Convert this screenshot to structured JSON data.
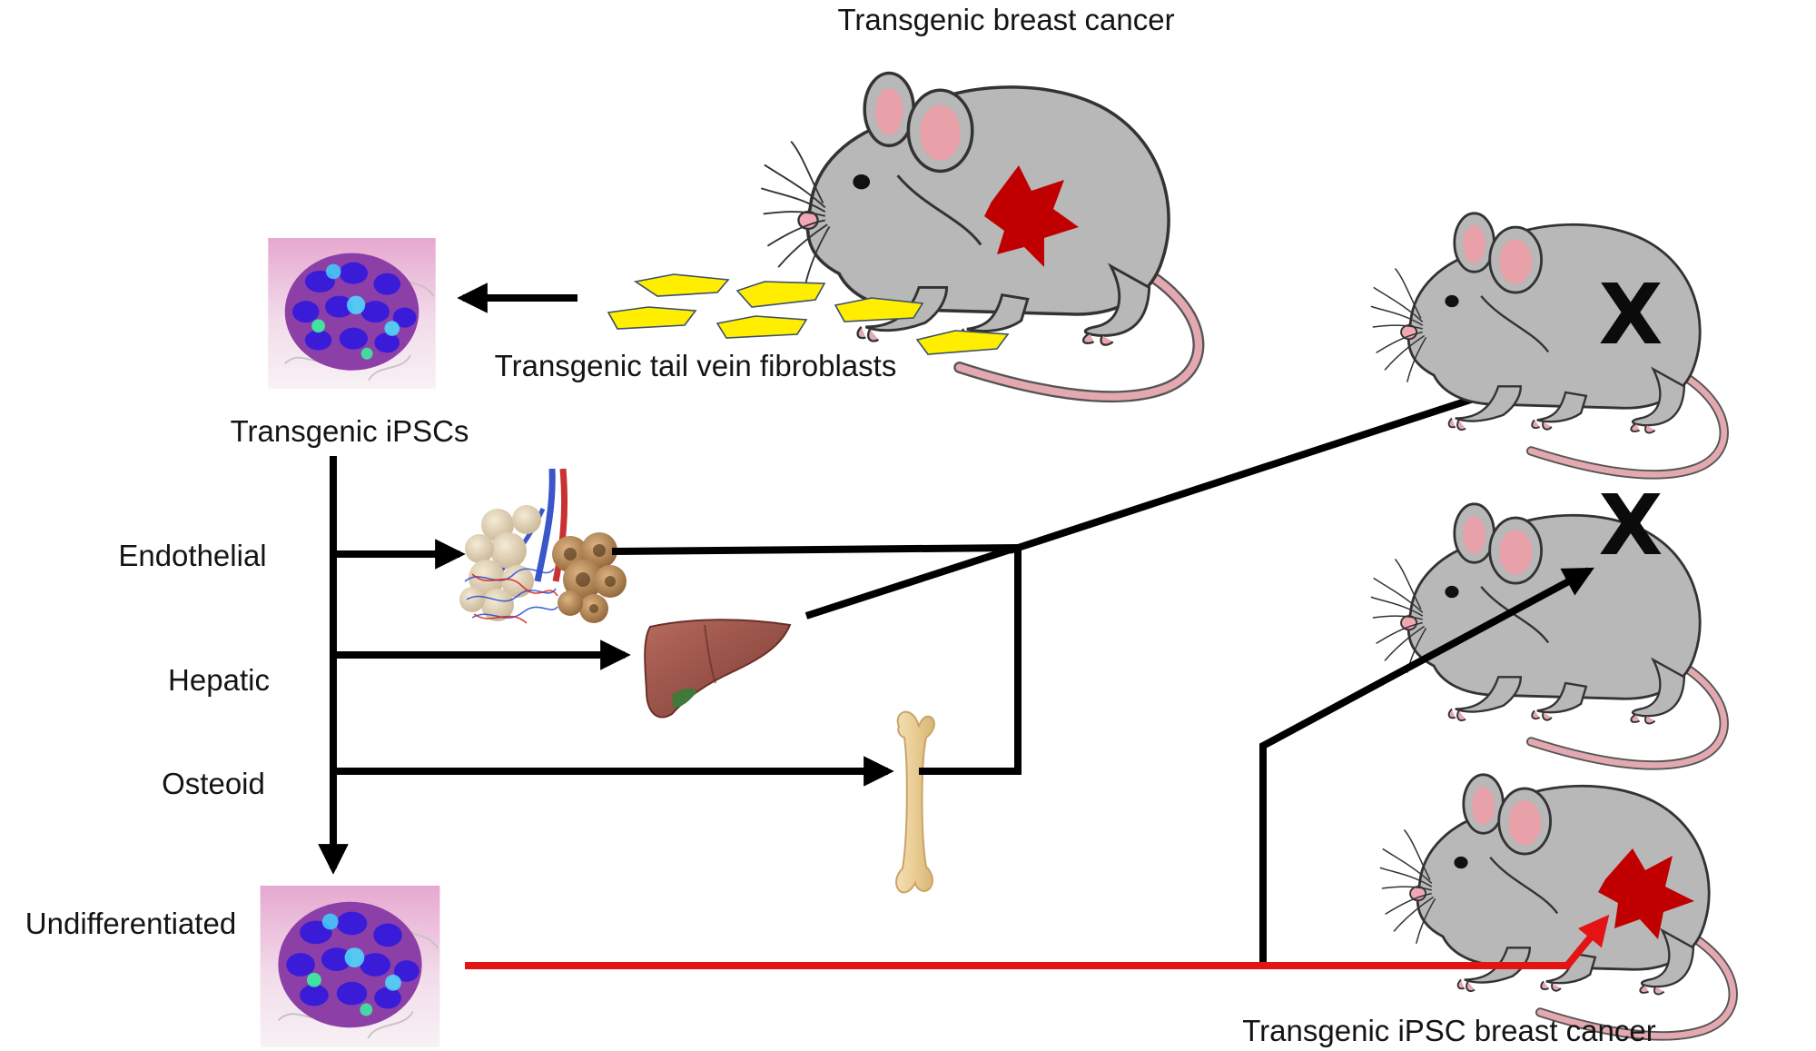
{
  "labels": {
    "source_mouse": "Transgenic breast cancer",
    "fibroblasts": "Transgenic tail vein fibroblasts",
    "ipscs": "Transgenic iPSCs",
    "endothelial": "Endothelial",
    "hepatic": "Hepatic",
    "osteoid": "Osteoid",
    "undifferentiated": "Undifferentiated",
    "result_tumor": "Transgenic iPSC breast cancer"
  },
  "marks": {
    "no_tumor_1": "X",
    "no_tumor_2": "X"
  },
  "icons": {
    "mouse": "mouse-icon",
    "tumor": "tumor-icon",
    "fibroblast": "fibroblast-cell-icon",
    "ipsc_colony": "ipsc-colony-icon",
    "lung": "lung-alveoli-icon",
    "liver": "liver-icon",
    "bone": "bone-icon"
  },
  "colors": {
    "arrow_default": "#000000",
    "arrow_tumor_path": "#e31414",
    "tumor": "#c00000",
    "fibroblast": "#ffee00",
    "mouse_body": "#b6b6b6",
    "mouse_ear": "#e8a1a8"
  }
}
